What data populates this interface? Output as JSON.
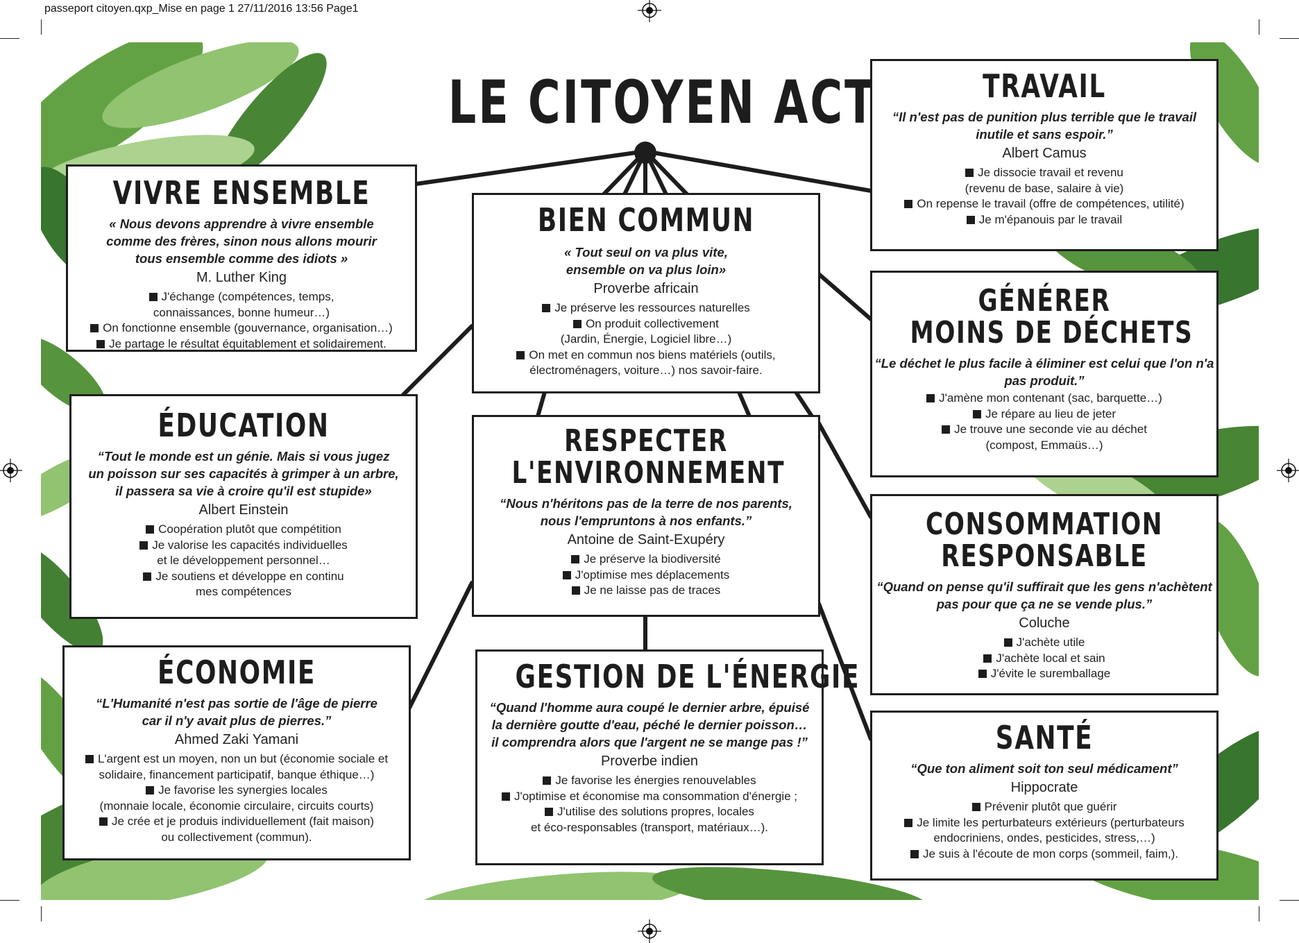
{
  "print_header": "passeport citoyen.qxp_Mise en page 1  27/11/2016  13:56  Page1",
  "title": "LE CITOYEN ACTEUR",
  "boxes": {
    "vivre": {
      "title": "VIVRE ENSEMBLE",
      "quote_lines": [
        "« Nous devons apprendre à vivre ensemble",
        "comme des frères, sinon nous allons mourir",
        "tous ensemble comme des idiots »"
      ],
      "author": "M. Luther King",
      "items": [
        [
          "J'échange (compétences, temps,",
          "connaissances, bonne humeur…)"
        ],
        [
          "On fonctionne ensemble (gouvernance, organisation…)"
        ],
        [
          "Je partage le résultat équitablement et solidairement."
        ]
      ]
    },
    "bien": {
      "title": "BIEN COMMUN",
      "quote_lines": [
        "« Tout seul on va plus vite,",
        "ensemble on va plus loin»"
      ],
      "author": "Proverbe africain",
      "items": [
        [
          "Je préserve les ressources naturelles"
        ],
        [
          "On produit collectivement",
          "(Jardin, Énergie, Logiciel libre…)"
        ],
        [
          "On met en commun nos biens matériels (outils,",
          "électroménagers, voiture…) nos savoir-faire."
        ]
      ]
    },
    "travail": {
      "title": "TRAVAIL",
      "quote_lines": [
        "“Il n'est pas de punition plus terrible que le travail",
        "inutile et sans espoir.”"
      ],
      "author": "Albert Camus",
      "items": [
        [
          "Je dissocie  travail et revenu",
          "(revenu de base, salaire à vie)"
        ],
        [
          "On repense le travail (offre de compétences, utilité)"
        ],
        [
          "Je m'épanouis par le travail"
        ]
      ]
    },
    "dechets": {
      "title_lines": [
        "GÉNÉRER",
        "MOINS DE DÉCHETS"
      ],
      "quote_lines": [
        "“Le déchet le plus facile à éliminer est celui que l'on n'a",
        "pas produit.”"
      ],
      "items": [
        [
          "J'amène mon contenant (sac, barquette…)"
        ],
        [
          "Je répare au lieu de jeter"
        ],
        [
          "Je trouve une seconde vie au déchet",
          "(compost, Emmaüs…)"
        ]
      ]
    },
    "education": {
      "title": "ÉDUCATION",
      "quote_lines": [
        "“Tout le monde est un génie. Mais si vous jugez",
        "un poisson sur ses capacités à grimper à un arbre,",
        "il passera sa vie à croire qu'il est stupide»"
      ],
      "author": "Albert Einstein",
      "items": [
        [
          "Coopération plutôt que compétition"
        ],
        [
          "Je valorise les capacités individuelles",
          "et le développement personnel…"
        ],
        [
          "Je soutiens et développe en continu",
          "mes compétences"
        ]
      ]
    },
    "environnement": {
      "title_lines": [
        "RESPECTER",
        "L'ENVIRONNEMENT"
      ],
      "quote_lines": [
        "“Nous n'héritons pas de la terre de nos parents,",
        "nous l'empruntons à nos enfants.”"
      ],
      "author": "Antoine de Saint-Exupéry",
      "items": [
        [
          "Je préserve la biodiversité"
        ],
        [
          "J'optimise mes déplacements"
        ],
        [
          "Je ne laisse pas de traces"
        ]
      ]
    },
    "consommation": {
      "title_lines": [
        "CONSOMMATION",
        "RESPONSABLE"
      ],
      "quote_lines": [
        "“Quand on pense qu'il suffirait que les gens n'achètent",
        "pas pour que ça ne se vende plus.”"
      ],
      "author": "Coluche",
      "items": [
        [
          "J'achète utile"
        ],
        [
          "J'achète local et sain"
        ],
        [
          "J'évite le suremballage"
        ]
      ]
    },
    "economie": {
      "title": "ÉCONOMIE",
      "quote_lines": [
        "“L'Humanité n'est pas sortie de l'âge de pierre",
        "car il n'y avait plus de pierres.”"
      ],
      "author": "Ahmed Zaki Yamani",
      "items": [
        [
          "L'argent est un moyen, non un but (économie sociale et",
          "solidaire, financement participatif, banque éthique…)"
        ],
        [
          "Je favorise les synergies locales",
          "(monnaie locale, économie circulaire, circuits courts)"
        ],
        [
          "Je crée et je produis individuellement (fait maison)",
          "ou collectivement (commun)."
        ]
      ]
    },
    "energie": {
      "title": "GESTION DE L'ÉNERGIE",
      "quote_lines": [
        "“Quand l'homme aura coupé le dernier arbre, épuisé",
        "la dernière goutte d'eau, péché le dernier poisson…",
        "il comprendra alors que l'argent ne se mange pas !”"
      ],
      "author": "Proverbe indien",
      "items": [
        [
          "Je favorise les énergies renouvelables"
        ],
        [
          "J'optimise et économise ma consommation d'énergie ;"
        ],
        [
          "J'utilise des solutions propres, locales",
          "et éco-responsables (transport, matériaux…)."
        ]
      ]
    },
    "sante": {
      "title": "SANTÉ",
      "quote_lines": [
        "“Que ton aliment soit ton seul médicament”"
      ],
      "author": "Hippocrate",
      "items": [
        [
          "Prévenir plutôt que guérir"
        ],
        [
          "Je limite les perturbateurs extérieurs  (perturbateurs",
          "endocriniens, ondes, pesticides, stress,…)"
        ],
        [
          "Je suis à l'écoute de mon corps (sommeil, faim,)."
        ]
      ]
    }
  }
}
